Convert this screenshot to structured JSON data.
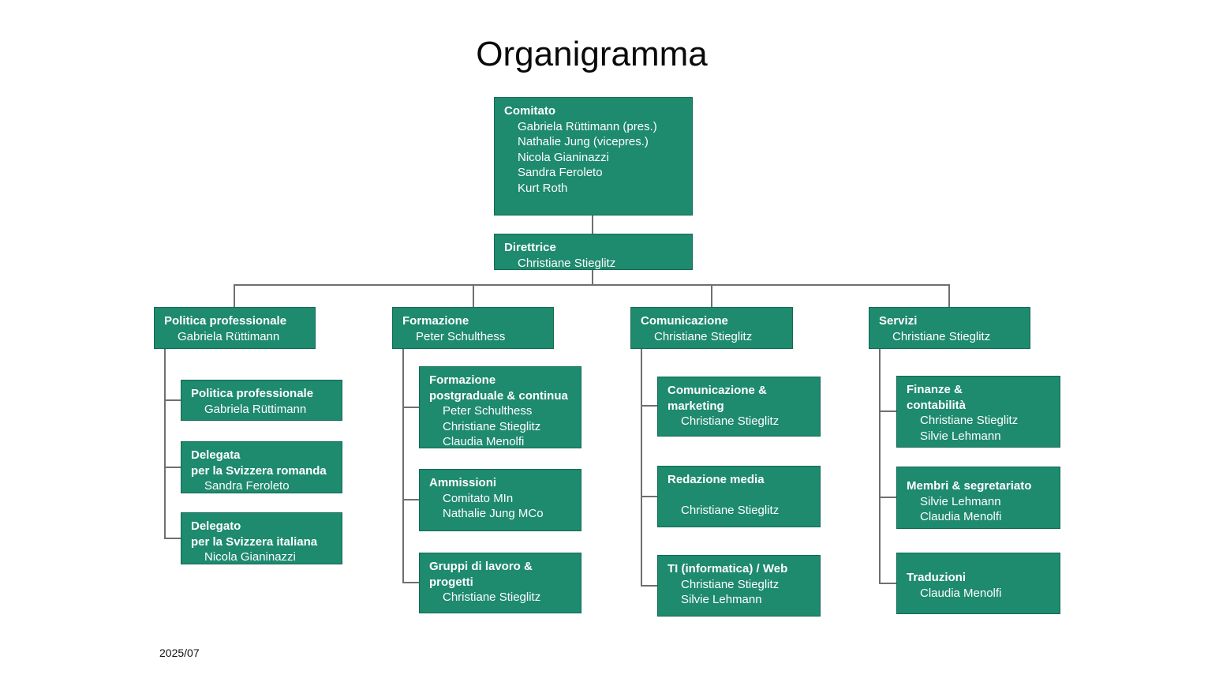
{
  "title": "Organigramma",
  "footer_date": "2025/07",
  "colors": {
    "box_fill": "#1e8a6e",
    "box_border": "#126a53",
    "box_text": "#ffffff",
    "connector_line": "#6f6f6f",
    "title_text": "#0a0a0a"
  },
  "nodes": {
    "comitato": {
      "title": "Comitato",
      "members": [
        "Gabriela Rüttimann (pres.)",
        "Nathalie Jung (vicepres.)",
        "Nicola Gianinazzi",
        "Sandra Feroleto",
        "Kurt Roth"
      ]
    },
    "direttrice": {
      "title": "Direttrice",
      "members": [
        "Christiane Stieglitz"
      ]
    }
  },
  "departments": [
    {
      "title": "Politica professionale",
      "members": [
        "Gabriela Rüttimann"
      ],
      "children": [
        {
          "title": "Politica professionale",
          "members": [
            "Gabriela Rüttimann"
          ]
        },
        {
          "title": "Delegata\nper la Svizzera romanda",
          "members": [
            "Sandra Feroleto"
          ]
        },
        {
          "title": "Delegato\nper la Svizzera italiana",
          "members": [
            "Nicola Gianinazzi"
          ]
        }
      ]
    },
    {
      "title": "Formazione",
      "members": [
        "Peter Schulthess"
      ],
      "children": [
        {
          "title": "Formazione\npostgraduale & continua",
          "members": [
            "Peter Schulthess",
            "Christiane Stieglitz",
            "Claudia Menolfi"
          ]
        },
        {
          "title": "Ammissioni",
          "members": [
            "Comitato MIn",
            "Nathalie Jung MCo"
          ]
        },
        {
          "title": "Gruppi di lavoro &\nprogetti",
          "members": [
            "Christiane Stieglitz"
          ]
        }
      ]
    },
    {
      "title": "Comunicazione",
      "members": [
        "Christiane Stieglitz"
      ],
      "children": [
        {
          "title": "Comunicazione &\nmarketing",
          "members": [
            "Christiane Stieglitz"
          ]
        },
        {
          "title": "Redazione media",
          "members": [
            "",
            "Christiane Stieglitz"
          ]
        },
        {
          "title": "TI (informatica) / Web",
          "members": [
            "Christiane Stieglitz",
            "Silvie Lehmann"
          ]
        }
      ]
    },
    {
      "title": "Servizi",
      "members": [
        "Christiane Stieglitz"
      ],
      "children": [
        {
          "title": "Finanze &\ncontabilità",
          "members": [
            "Christiane Stieglitz",
            "Silvie Lehmann"
          ]
        },
        {
          "title": "Membri & segretariato",
          "members": [
            "Silvie Lehmann",
            "Claudia Menolfi"
          ]
        },
        {
          "title": "Traduzioni",
          "members": [
            "Claudia Menolfi"
          ]
        }
      ]
    }
  ]
}
